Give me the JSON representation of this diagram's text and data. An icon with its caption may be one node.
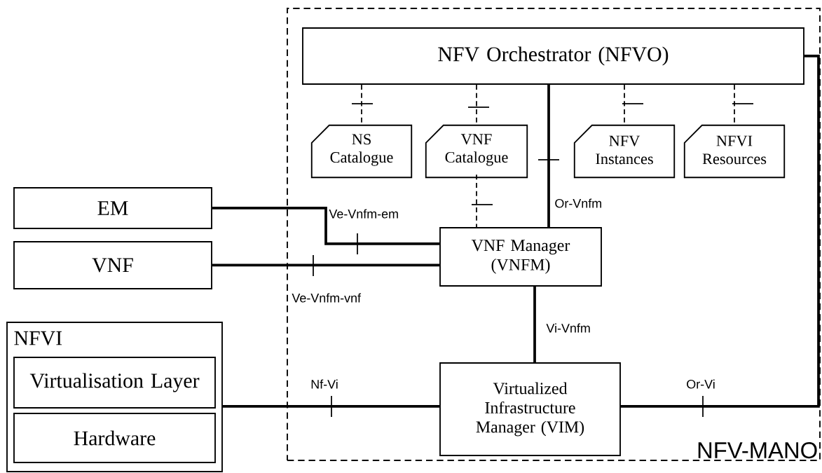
{
  "diagram": {
    "nodes": [
      {
        "text": [
          "NFV-MANO"
        ]
      },
      {
        "text": [
          "NFV Orchestrator (NFVO)"
        ],
        "in": 0
      },
      {
        "text": [
          "NS Catalogue"
        ],
        "in": 0
      },
      {
        "text": [
          "VNF Catalogue"
        ],
        "in": 0
      },
      {
        "text": [
          "NFV Instances"
        ],
        "in": 0
      },
      {
        "text": [
          "NFVI Resources"
        ],
        "in": 0
      },
      {
        "text": [
          "VNF Manager (VNFM)"
        ],
        "in": 0
      },
      {
        "text": [
          "Virtualized Infrastructure Manager (VIM)"
        ],
        "in": 0
      },
      {
        "text": [
          "EM"
        ]
      },
      {
        "text": [
          "VNF"
        ]
      },
      {
        "text": [
          "NFVI"
        ]
      },
      {
        "text": [
          "Virtualisation Layer"
        ],
        "in": 10
      },
      {
        "text": [
          "Hardware"
        ],
        "in": 10
      }
    ],
    "edges": [
      {
        "from": 1,
        "to": 2,
        "arrow": "none",
        "style": "dashed"
      },
      {
        "from": 1,
        "to": 3,
        "arrow": "none",
        "style": "dashed"
      },
      {
        "from": 1,
        "to": 4,
        "arrow": "none",
        "style": "dashed"
      },
      {
        "from": 1,
        "to": 5,
        "arrow": "none",
        "style": "dashed"
      },
      {
        "from": 3,
        "to": 6,
        "arrow": "none",
        "style": "dashed"
      },
      {
        "from": 1,
        "to": 6,
        "arrow": "none",
        "label": "Or-Vnfm"
      },
      {
        "from": 8,
        "to": 6,
        "arrow": "none",
        "label": "Ve-Vnfm-em"
      },
      {
        "from": 9,
        "to": 6,
        "arrow": "none",
        "label": "Ve-Vnfm-vnf"
      },
      {
        "from": 6,
        "to": 7,
        "arrow": "none",
        "label": "Vi-Vnfm"
      },
      {
        "from": 10,
        "to": 7,
        "arrow": "none",
        "label": "Nf-Vi"
      },
      {
        "from": 7,
        "to": 1,
        "arrow": "none",
        "label": "Or-Vi"
      }
    ]
  }
}
